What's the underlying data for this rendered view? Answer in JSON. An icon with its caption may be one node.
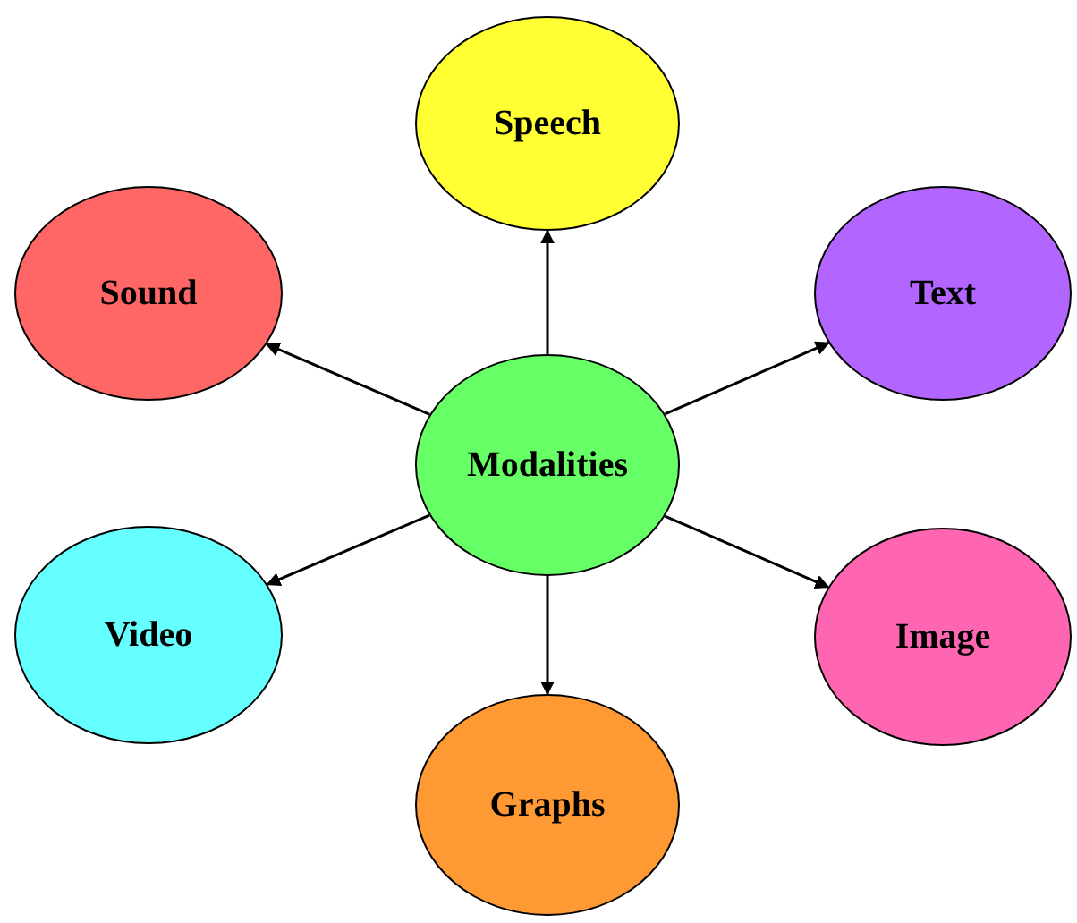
{
  "diagram": {
    "nodes": [
      {
        "text": [
          "Modalities"
        ]
      },
      {
        "text": [
          "Speech"
        ]
      },
      {
        "text": [
          "Sound"
        ]
      },
      {
        "text": [
          "Text"
        ]
      },
      {
        "text": [
          "Video"
        ]
      },
      {
        "text": [
          "Image"
        ]
      },
      {
        "text": [
          "Graphs"
        ]
      }
    ],
    "edges": [
      {
        "from": 0,
        "to": 1,
        "arrow": "to"
      },
      {
        "from": 0,
        "to": 2,
        "arrow": "to"
      },
      {
        "from": 0,
        "to": 3,
        "arrow": "to"
      },
      {
        "from": 0,
        "to": 4,
        "arrow": "to"
      },
      {
        "from": 0,
        "to": 5,
        "arrow": "to"
      },
      {
        "from": 0,
        "to": 6,
        "arrow": "to"
      }
    ]
  }
}
